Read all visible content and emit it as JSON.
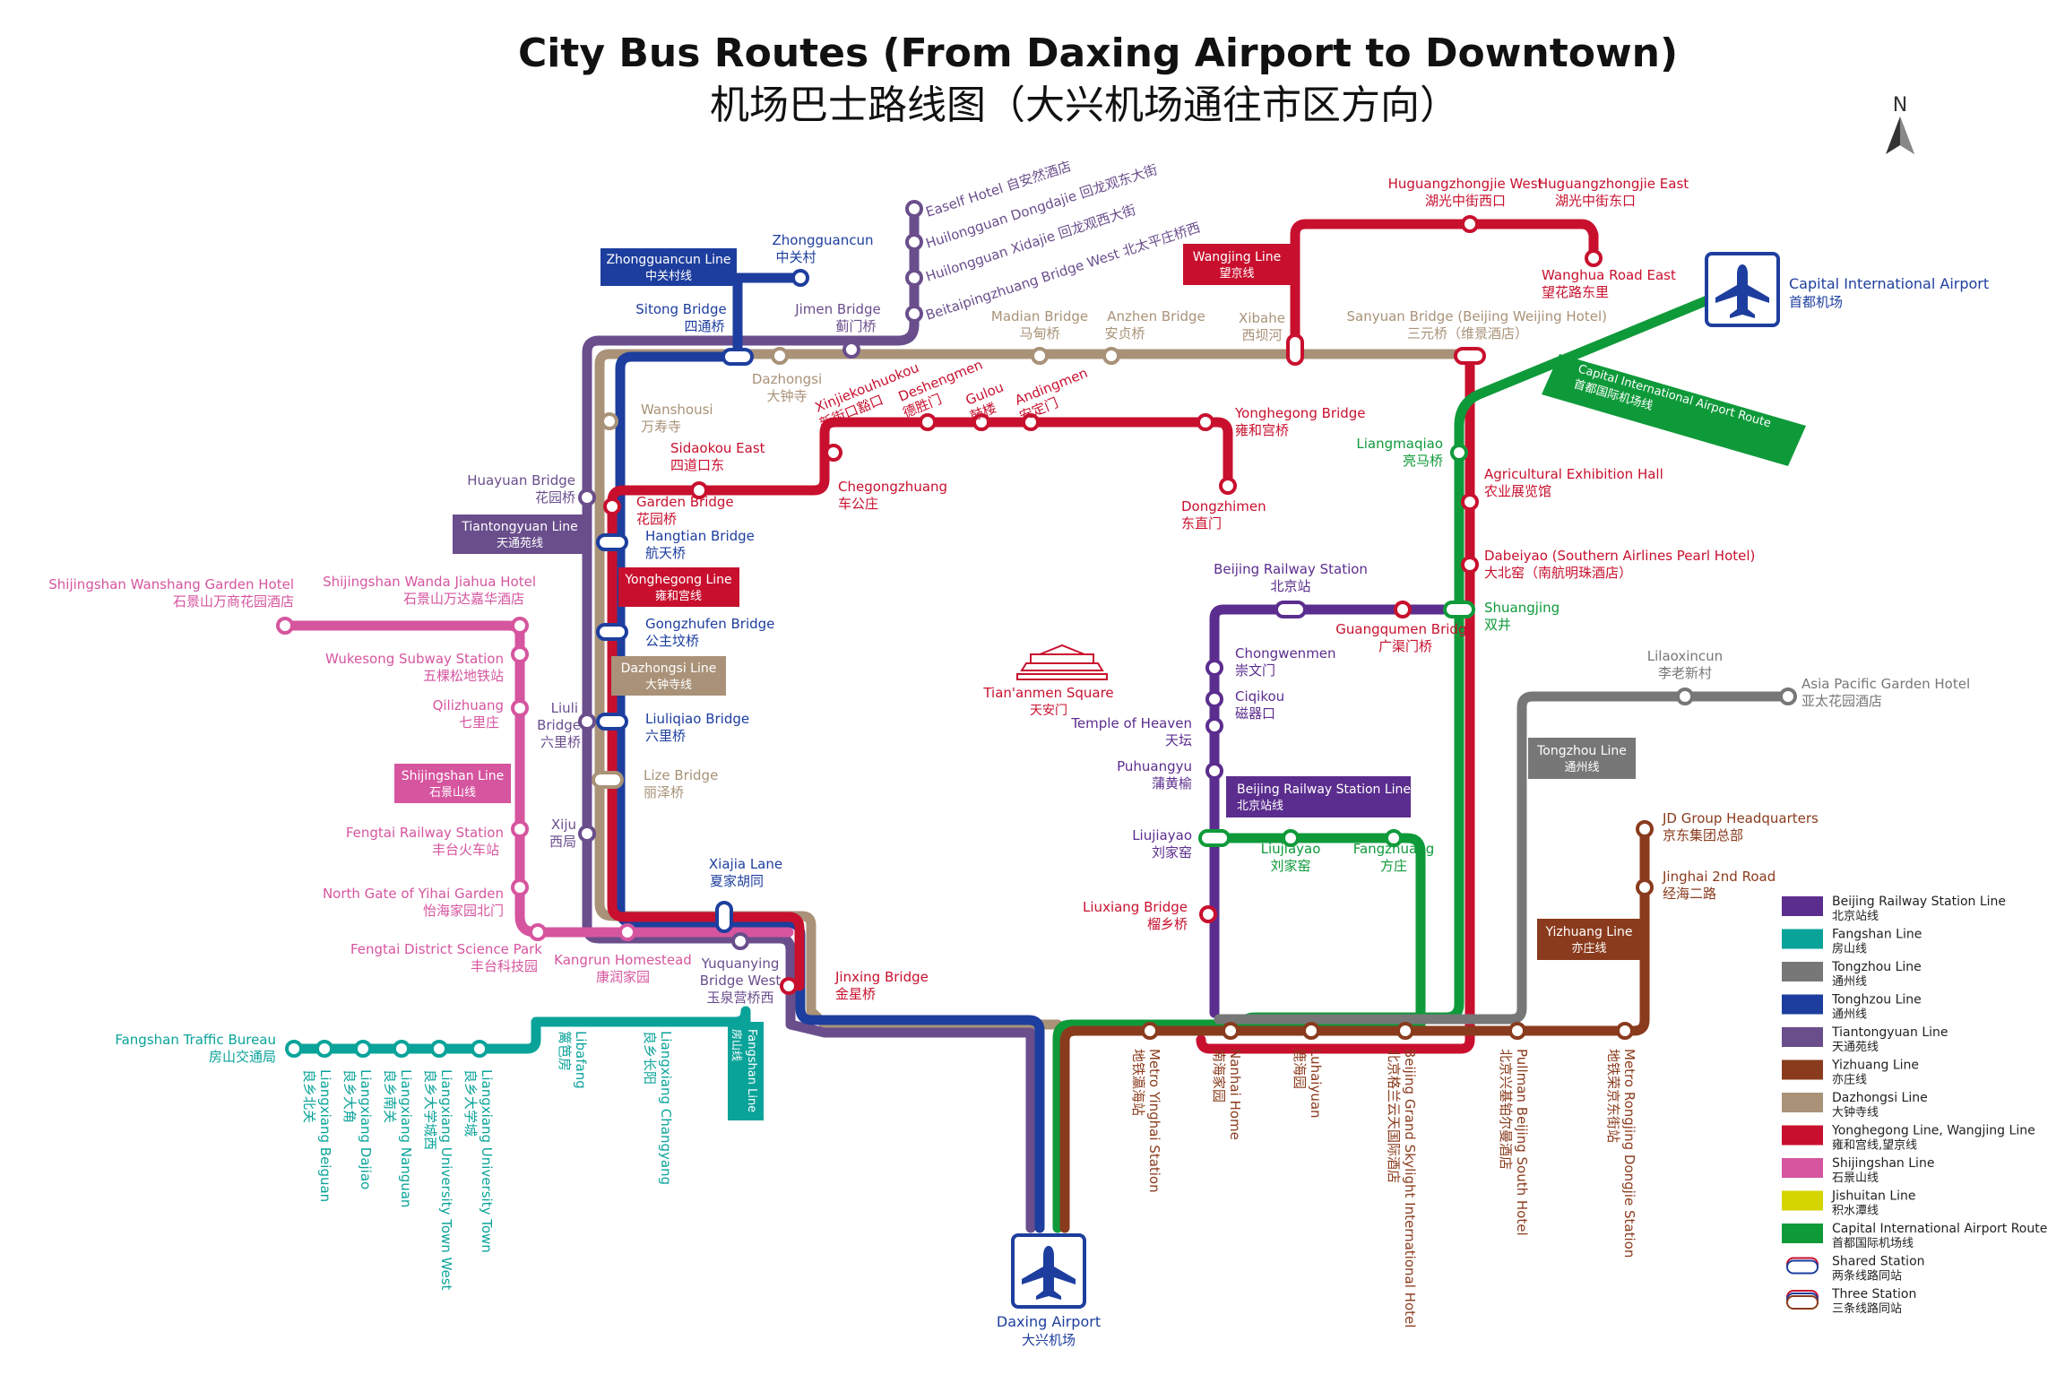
{
  "title_en": "City Bus Routes (From Daxing Airport to Downtown)",
  "title_zh": "机场巴士路线图（大兴机场通往市区方向）",
  "north": "N",
  "colors": {
    "zhongguancun": "#1d3e9e",
    "tiantongyuan": "#6a4e8c",
    "dazhongsi": "#a99278",
    "yonghegong": "#c8102e",
    "shijingshan": "#d6559f",
    "fangshan": "#0aa39a",
    "tongzhou": "#777777",
    "yizhuang": "#8a3b1d",
    "capital": "#0f9a3a",
    "railway": "#5b2d8e",
    "jishuitan": "#d4d400"
  },
  "airports": {
    "capital": {
      "en": "Capital International Airport",
      "zh": "首都机场"
    },
    "daxing": {
      "en": "Daxing Airport",
      "zh": "大兴机场"
    }
  },
  "line_labels": {
    "zhongguancun": {
      "en": "Zhongguancun Line",
      "zh": "中关村线"
    },
    "tiantongyuan": {
      "en": "Tiantongyuan Line",
      "zh": "天通苑线"
    },
    "yonghegong": {
      "en": "Yonghegong Line",
      "zh": "雍和宫线"
    },
    "dazhongsi": {
      "en": "Dazhongsi Line",
      "zh": "大钟寺线"
    },
    "shijingshan": {
      "en": "Shijingshan Line",
      "zh": "石景山线"
    },
    "wangjing": {
      "en": "Wangjing Line",
      "zh": "望京线"
    },
    "tongzhou": {
      "en": "Tongzhou Line",
      "zh": "通州线"
    },
    "yizhuang": {
      "en": "Yizhuang Line",
      "zh": "亦庄线"
    },
    "railway": {
      "en": "Beijing Railway Station Line",
      "zh": "北京站线"
    },
    "fangshan": {
      "en": "Fangshan Line",
      "zh": "房山线"
    },
    "capital_route": {
      "en": "Capital International Airport Route",
      "zh": "首都国际机场线"
    }
  },
  "stations": {
    "zhongguancun": {
      "en": "Zhongguancun",
      "zh": "中关村"
    },
    "sitong": {
      "en": "Sitong Bridge",
      "zh": "四通桥"
    },
    "jimen": {
      "en": "Jimen Bridge",
      "zh": "蓟门桥"
    },
    "eaself": {
      "en": "Eaself Hotel",
      "zh": "自安然酒店"
    },
    "dongdajie": {
      "en": "Huilongguan Dongdajie",
      "zh": "回龙观东大街"
    },
    "xidajie": {
      "en": "Huilongguan Xidajie",
      "zh": "回龙观西大街"
    },
    "beitaiping": {
      "en": "Beitaipingzhuang Bridge West",
      "zh": "北太平庄桥西"
    },
    "madian": {
      "en": "Madian Bridge",
      "zh": "马甸桥"
    },
    "anzhen": {
      "en": "Anzhen Bridge",
      "zh": "安贞桥"
    },
    "xibahe": {
      "en": "Xibahe",
      "zh": "西坝河"
    },
    "sanyuan": {
      "en": "Sanyuan Bridge (Beijing Weijing Hotel)",
      "zh": "三元桥（维景酒店）"
    },
    "hgz_west": {
      "en": "Huguangzhongjie West",
      "zh": "湖光中街西口"
    },
    "hgz_east": {
      "en": "Huguangzhongjie East",
      "zh": "湖光中街东口"
    },
    "wanghua": {
      "en": "Wanghua Road East",
      "zh": "望花路东里"
    },
    "dazhongsi": {
      "en": "Dazhongsi",
      "zh": "大钟寺"
    },
    "xinjiekou": {
      "en": "Xinjiekouhuokou",
      "zh": "新街口豁口"
    },
    "deshengmen": {
      "en": "Deshengmen",
      "zh": "德胜门"
    },
    "gulou": {
      "en": "Gulou",
      "zh": "鼓楼"
    },
    "andingmen": {
      "en": "Andingmen",
      "zh": "安定门"
    },
    "yonghegong": {
      "en": "Yonghegong Bridge",
      "zh": "雍和宫桥"
    },
    "dongzhimen": {
      "en": "Dongzhimen",
      "zh": "东直门"
    },
    "wanshousi": {
      "en": "Wanshousi",
      "zh": "万寿寺"
    },
    "sidaokou": {
      "en": "Sidaokou East",
      "zh": "四道口东"
    },
    "chegongzhuang": {
      "en": "Chegongzhuang",
      "zh": "车公庄"
    },
    "huayuan": {
      "en": "Huayuan Bridge",
      "zh": "花园桥"
    },
    "garden": {
      "en": "Garden Bridge",
      "zh": "花园桥"
    },
    "hangtian": {
      "en": "Hangtian Bridge",
      "zh": "航天桥"
    },
    "gongzhufen": {
      "en": "Gongzhufen Bridge",
      "zh": "公主坟桥"
    },
    "liuliqiao": {
      "en": "Liuliqiao Bridge",
      "zh": "六里桥"
    },
    "liuli_en1": "Liuli",
    "liuli_en2": "Bridge",
    "liuli_zh": "六里桥",
    "lize": {
      "en": "Lize Bridge",
      "zh": "丽泽桥"
    },
    "xiju": {
      "en": "Xiju",
      "zh": "西局"
    },
    "xiajia": {
      "en": "Xiajia Lane",
      "zh": "夏家胡同"
    },
    "kangrun": {
      "en": "Kangrun Homestead",
      "zh": "康润家园"
    },
    "yuquan_en1": "Yuquanying",
    "yuquan_en2": "Bridge West",
    "yuquan_zh": "玉泉营桥西",
    "jinxing": {
      "en": "Jinxing Bridge",
      "zh": "金星桥"
    },
    "wanshang": {
      "en": "Shijingshan Wanshang Garden Hotel",
      "zh": "石景山万商花园酒店"
    },
    "wanda": {
      "en": "Shijingshan Wanda Jiahua Hotel",
      "zh": "石景山万达嘉华酒店"
    },
    "wukesong": {
      "en": "Wukesong Subway Station",
      "zh": "五棵松地铁站"
    },
    "qilizhuang": {
      "en": "Qilizhuang",
      "zh": "七里庄"
    },
    "fengtai_rail": {
      "en": "Fengtai Railway Station",
      "zh": "丰台火车站"
    },
    "yihai": {
      "en": "North Gate of Yihai Garden",
      "zh": "怡海家园北门"
    },
    "fengtai_sci": {
      "en": "Fengtai District Science Park",
      "zh": "丰台科技园"
    },
    "liangmaqiao": {
      "en": "Liangmaqiao",
      "zh": "亮马桥"
    },
    "agri": {
      "en": "Agricultural Exhibition Hall",
      "zh": "农业展览馆"
    },
    "dabeiyao": {
      "en": "Dabeiyao (Southern Airlines Pearl Hotel)",
      "zh": "大北窑（南航明珠酒店）"
    },
    "shuangjing": {
      "en": "Shuangjing",
      "zh": "双井"
    },
    "bj_rail": {
      "en": "Beijing Railway Station",
      "zh": "北京站"
    },
    "guangqumen": {
      "en": "Guangqumen Bridge",
      "zh": "广渠门桥"
    },
    "chongwenmen": {
      "en": "Chongwenmen",
      "zh": "崇文门"
    },
    "ciqikou": {
      "en": "Ciqikou",
      "zh": "磁器口"
    },
    "temple": {
      "en": "Temple of Heaven",
      "zh": "天坛"
    },
    "puhuangyu": {
      "en": "Puhuangyu",
      "zh": "蒲黄榆"
    },
    "liujiayao1": {
      "en": "Liujiayao",
      "zh": "刘家窑"
    },
    "liujiayao2": {
      "en": "Liujiayao",
      "zh": "刘家窑"
    },
    "fangzhuang": {
      "en": "Fangzhuang",
      "zh": "方庄"
    },
    "liuxiang": {
      "en": "Liuxiang Bridge",
      "zh": "榴乡桥"
    },
    "tiananmen": {
      "en": "Tian'anmen Square",
      "zh": "天安门"
    },
    "lilaoxincun": {
      "en": "Lilaoxincun",
      "zh": "李老新村"
    },
    "asia_pacific": {
      "en": "Asia Pacific Garden Hotel",
      "zh": "亚太花园酒店"
    },
    "jd": {
      "en": "JD Group Headquarters",
      "zh": "京东集团总部"
    },
    "jinghai": {
      "en": "Jinghai 2nd Road",
      "zh": "经海二路"
    },
    "fangshan_bureau": {
      "en": "Fangshan Traffic Bureau",
      "zh": "房山交通局"
    },
    "liangxiang_beiguan": {
      "en": "Liangxiang Beiguan",
      "zh": "良乡北关"
    },
    "liangxiang_dajiao": {
      "en": "Liangxiang Dajiao",
      "zh": "良乡大角"
    },
    "liangxiang_nanguan": {
      "en": "Liangxiang Nanguan",
      "zh": "良乡南关"
    },
    "liangxiang_utw": {
      "en": "Liangxiang University Town West",
      "zh": "良乡大学城西"
    },
    "liangxiang_ut": {
      "en": "Liangxiang University Town",
      "zh": "良乡大学城"
    },
    "libafang": {
      "en": "Libafang",
      "zh": "篱笆房"
    },
    "changyang": {
      "en": "Liangxiang Changyang",
      "zh": "良乡长阳"
    },
    "yingzhi": {
      "en": "Metro Yinghai Station",
      "zh": "地铁瀛海站"
    },
    "nanhai": {
      "en": "Nanhai Home",
      "zh": "南海家园"
    },
    "luhaiyuan": {
      "en": "Luhaiyuan",
      "zh": "鹿海园"
    },
    "skylight": {
      "en": "Beijing Grand Skylight International Hotel",
      "zh": "北京格兰云天国际酒店"
    },
    "pullman": {
      "en": "Pullman Beijing South Hotel",
      "zh": "北京兴基铂尔曼酒店"
    },
    "rongjing": {
      "en": "Metro Rongjing Dongjie Station",
      "zh": "地铁荣京东街站"
    }
  },
  "legend": [
    {
      "en": "Beijing Railway Station Line",
      "zh": "北京站线",
      "color": "#5b2d8e"
    },
    {
      "en": "Fangshan Line",
      "zh": "房山线",
      "color": "#0aa39a"
    },
    {
      "en": "Tongzhou Line",
      "zh": "通州线",
      "color": "#777777"
    },
    {
      "en": "Tonghzou Line",
      "zh": "通州线",
      "color": "#1d3e9e"
    },
    {
      "en": "Tiantongyuan Line",
      "zh": "天通苑线",
      "color": "#6a4e8c"
    },
    {
      "en": "Yizhuang Line",
      "zh": "亦庄线",
      "color": "#8a3b1d"
    },
    {
      "en": "Dazhongsi Line",
      "zh": "大钟寺线",
      "color": "#a99278"
    },
    {
      "en": "Yonghegong Line, Wangjing Line",
      "zh": "雍和宫线,望京线",
      "color": "#c8102e"
    },
    {
      "en": "Shijingshan Line",
      "zh": "石景山线",
      "color": "#d6559f"
    },
    {
      "en": "Jishuitan Line",
      "zh": "积水潭线",
      "color": "#d4d400"
    },
    {
      "en": "Capital International Airport Route",
      "zh": "首都国际机场线",
      "color": "#0f9a3a"
    }
  ],
  "legend_shared": {
    "en": "Shared Station",
    "zh": "两条线路同站"
  },
  "legend_three": {
    "en": "Three Station",
    "zh": "三条线路同站"
  }
}
